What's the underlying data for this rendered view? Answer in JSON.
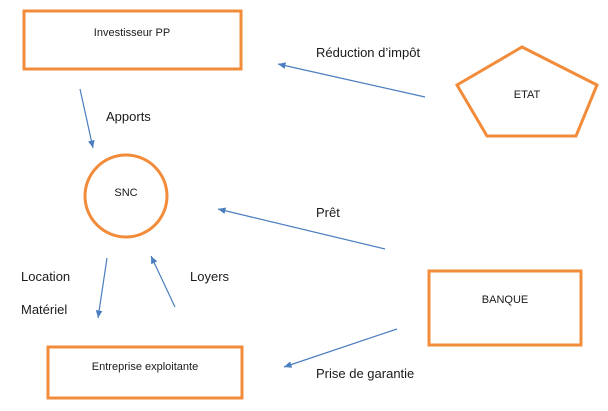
{
  "nodes": {
    "investisseur": "Investisseur PP",
    "etat": "ETAT",
    "snc": "SNC",
    "banque": "BANQUE",
    "entreprise": "Entreprise exploitante"
  },
  "edges": {
    "reduction_impot": "Réduction d’impôt",
    "apports": "Apports",
    "pret": "Prêt",
    "location": "Location",
    "materiel": "Matériel",
    "loyers": "Loyers",
    "prise_garantie": "Prise de garantie"
  },
  "colors": {
    "shape_stroke": "#f28c3a",
    "arrow": "#4a7ebf"
  }
}
